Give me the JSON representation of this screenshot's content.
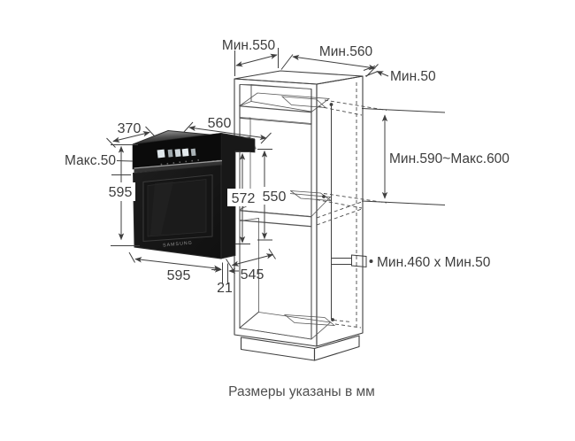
{
  "diagram": {
    "caption": "Размеры указаны в мм",
    "brand": "SAMSUNG",
    "dims": {
      "top_depth": "Мин.550",
      "top_width": "Мин.560",
      "rear_gap": "Мин.50",
      "niche_height_range": "Мин.590~Макс.600",
      "vent_cutout": "Мин.460 x Мин.50",
      "oven_top_depth": "370",
      "niche_width": "560",
      "front_protrusion": "Макс.50",
      "oven_front_height": "595",
      "oven_body_height": "572",
      "niche_inner_height": "550",
      "oven_width": "595",
      "door_offset": "21",
      "niche_bottom_depth": "545"
    },
    "colors": {
      "line": "#3f3f3f",
      "cabinet_face": "#efefef",
      "cabinet_side": "#dadada",
      "vent_slot": "#6e6e6e",
      "oven_body": "#0c0c0c",
      "text": "#3d3d3d"
    }
  }
}
